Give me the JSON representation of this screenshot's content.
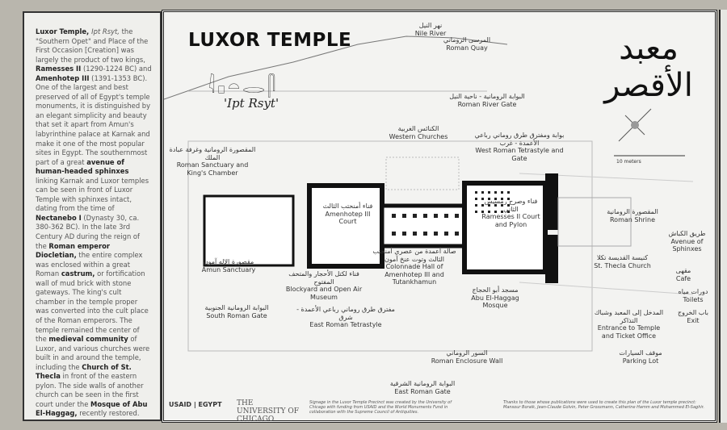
{
  "intro": {
    "parts": [
      {
        "t": "Luxor Temple, ",
        "b": true
      },
      {
        "t": "Ipt Rsyt,",
        "i": true
      },
      {
        "t": " the \"Southern Opet\" and Place of the First Occasion [Creation] was largely the product of two kings, "
      },
      {
        "t": "Ramesses II",
        "b": true
      },
      {
        "t": " (1290-1224 BC) and "
      },
      {
        "t": "Amenhotep III",
        "b": true
      },
      {
        "t": " (1391-1353 BC). One of the largest and best preserved of all of Egypt's temple monuments, it is distinguished by an elegant simplicity and beauty that set it apart from Amun's labyrinthine palace at Karnak and make it one of the most popular sites in Egypt. The southernmost part of a great "
      },
      {
        "t": "avenue of human-headed sphinxes",
        "b": true
      },
      {
        "t": " linking Karnak and Luxor temples can be seen in front of Luxor Temple with sphinxes intact, dating from the time of "
      },
      {
        "t": "Nectanebo I",
        "b": true
      },
      {
        "t": " (Dynasty 30, ca. 380-362 BC). In the late 3rd Century AD during the reign of the "
      },
      {
        "t": "Roman emperor Diocletian,",
        "b": true
      },
      {
        "t": " the entire complex was enclosed within a great Roman "
      },
      {
        "t": "castrum,",
        "b": true
      },
      {
        "t": " or fortification wall of mud brick with stone gateways. The king's cult chamber in the temple proper was converted into the cult place of the Roman emperors. The temple remained the center of the "
      },
      {
        "t": "medieval community",
        "b": true
      },
      {
        "t": " of Luxor, and various churches were built in and around the temple, including the "
      },
      {
        "t": "Church of St. Thecla",
        "b": true
      },
      {
        "t": " in front of the eastern pylon. The side walls of another church can be seen in the first court under the "
      },
      {
        "t": "Mosque of Abu El-Haggag,",
        "b": true
      },
      {
        "t": " recently restored."
      }
    ]
  },
  "header": {
    "title": "LUXOR TEMPLE",
    "subtitle": "'Ipt Rsyt'",
    "arabic_title_1": "معبد",
    "arabic_title_2": "الأقصر"
  },
  "labels": {
    "nile": {
      "ar": "نهر النيل",
      "en": "Nile River"
    },
    "quay": {
      "ar": "المرسى الروماني",
      "en": "Roman Quay"
    },
    "river_gate": {
      "ar": "البوابة الرومانية - ناحية النيل",
      "en": "Roman River Gate"
    },
    "western_churches": {
      "ar": "الكنائس الغربية",
      "en": "Western Churches"
    },
    "west_tetrastyle": {
      "ar": "بوابة ومفترق طرق روماني رباعي الأعمدة - غرب",
      "en": "West Roman Tetrastyle and Gate"
    },
    "sanctuary": {
      "ar": "المقصورة الرومانية وغرفة عبادة الملك",
      "en": "Roman Sanctuary and King's Chamber"
    },
    "amenhotep_court": {
      "ar": "فناء أمنحتب الثالث",
      "en": "Amenhotep III Court"
    },
    "ramesses_court": {
      "ar": "فناء وصرح رمسيس الثاني",
      "en": "Ramesses II Court and Pylon"
    },
    "roman_shrine": {
      "ar": "المقصورة الرومانية",
      "en": "Roman Shrine"
    },
    "avenue": {
      "ar": "طريق الكباش",
      "en": "Avenue of Sphinxes"
    },
    "amun_sanctuary": {
      "ar": "مقصورة الإله آمون",
      "en": "Amun Sanctuary"
    },
    "colonnade": {
      "ar": "صالة أعمدة من عصري أمنحتب الثالث وتوت عنخ آمون",
      "en": "Colonnade Hall of Amenhotep III and Tutankhamun"
    },
    "blockyard": {
      "ar": "فناء لكتل الأحجار والمتحف المفتوح",
      "en": "Blockyard and Open Air Museum"
    },
    "mosque": {
      "ar": "مسجد أبو الحجاج",
      "en": "Abu El-Haggag Mosque"
    },
    "thecla": {
      "ar": "كنيسة القديسة تكلا",
      "en": "St. Thecla Church"
    },
    "cafe": {
      "ar": "مقهى",
      "en": "Cafe"
    },
    "toilets": {
      "ar": "دورات مياه",
      "en": "Toilets"
    },
    "exit": {
      "ar": "باب الخروج",
      "en": "Exit"
    },
    "entrance": {
      "ar": "المدخل إلى المعبد وشباك التذاكر",
      "en": "Entrance to Temple and Ticket Office"
    },
    "south_gate": {
      "ar": "البوابة الرومانية الجنوبية",
      "en": "South Roman Gate"
    },
    "east_tetrastyle": {
      "ar": "مفترق طرق روماني رباعي الأعمدة - شرق",
      "en": "East Roman Tetrastyle"
    },
    "enclosure": {
      "ar": "السور الروماني",
      "en": "Roman Enclosure Wall"
    },
    "parking": {
      "ar": "موقف السيارات",
      "en": "Parking Lot"
    },
    "east_gate": {
      "ar": "البوابة الرومانية الشرقية",
      "en": "East Roman Gate"
    }
  },
  "footer": {
    "logos": [
      "USAID | EGYPT",
      "THE UNIVERSITY OF CHICAGO"
    ],
    "credit": "Signage in the Luxor Temple Precinct was created by the University of Chicago with funding from USAID and the World Monuments Fund in collaboration with the Supreme Council of Antiquities.",
    "thanks": "Thanks to those whose publications were used to create this plan of the Luxor temple precinct: Mansour Boraik, Jean-Claude Golvin, Peter Grossmann, Catherine Hamm and Mohammed El-Saghir."
  },
  "scale_label": "10 meters"
}
